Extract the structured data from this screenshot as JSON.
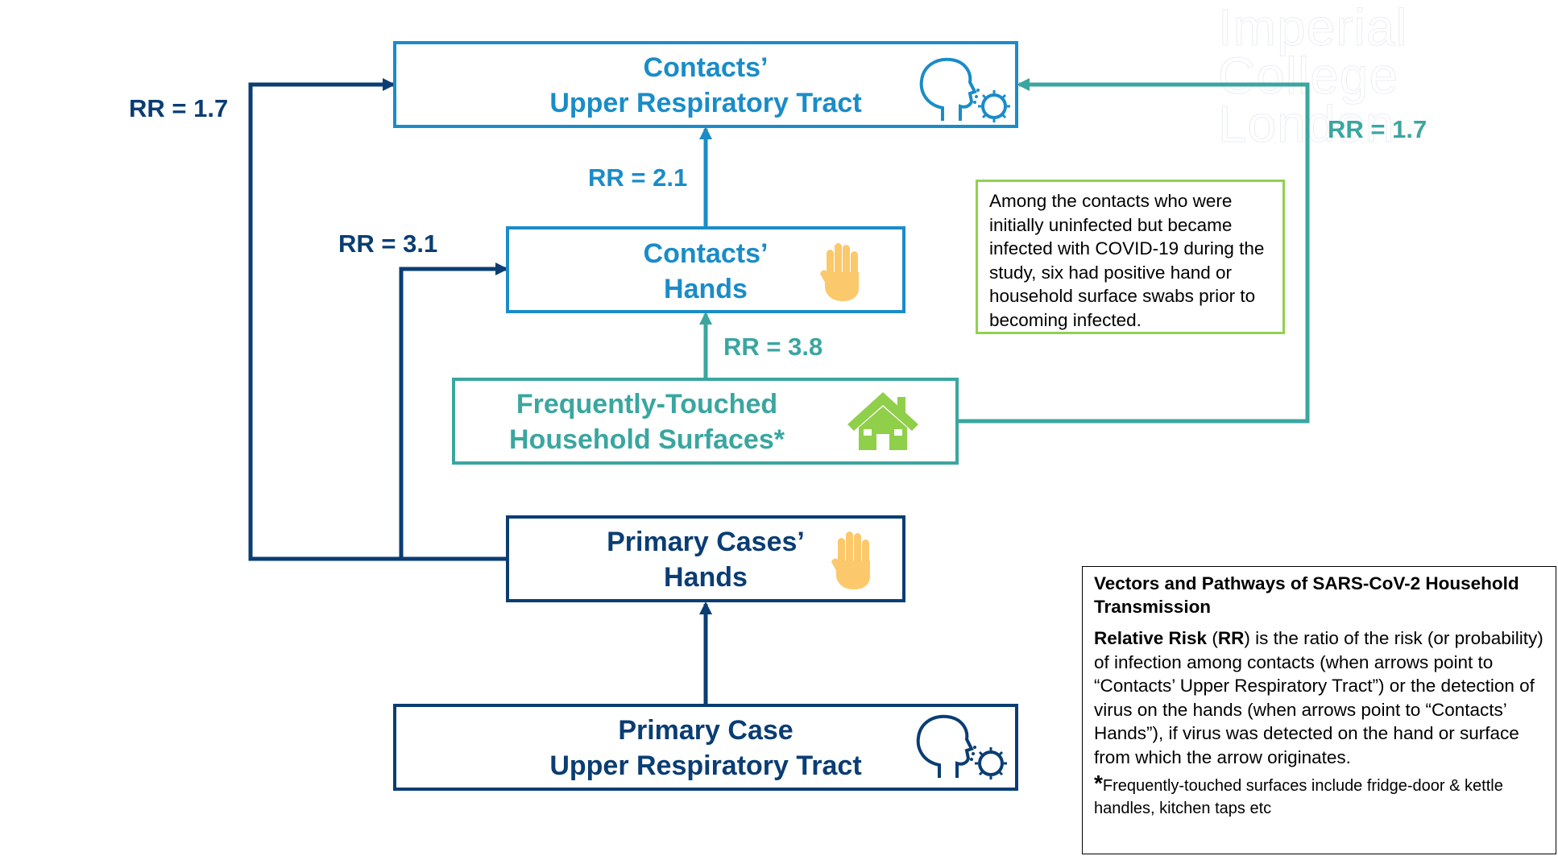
{
  "colors": {
    "dark_navy": "#0a3d73",
    "blue": "#1a8cc8",
    "teal": "#3aa6a0",
    "green": "#92d050",
    "hand_yellow": "#fbc96b",
    "house_green": "#8fcf4a"
  },
  "watermark": "Imperial College London",
  "nodes": {
    "contacts_urt": {
      "line1": "Contacts’",
      "line2": "Upper Respiratory Tract",
      "icon": "head-sneeze-virus-icon"
    },
    "contacts_hands": {
      "line1": "Contacts’",
      "line2": "Hands",
      "icon": "hand-icon"
    },
    "surfaces": {
      "line1": "Frequently-Touched",
      "line2": "Household Surfaces*",
      "icon": "house-icon"
    },
    "primary_hands": {
      "line1": "Primary Cases’",
      "line2": "Hands",
      "icon": "hand-icon"
    },
    "primary_urt": {
      "line1": "Primary Case",
      "line2": "Upper Respiratory Tract",
      "icon": "head-sneeze-virus-icon"
    }
  },
  "edges": [
    {
      "from": "primary_hands",
      "to": "contacts_urt",
      "label": "RR = 1.7"
    },
    {
      "from": "primary_hands",
      "to": "contacts_hands",
      "label": "RR = 3.1"
    },
    {
      "from": "contacts_hands",
      "to": "contacts_urt",
      "label": "RR = 2.1"
    },
    {
      "from": "surfaces",
      "to": "contacts_hands",
      "label": "RR = 3.8"
    },
    {
      "from": "surfaces",
      "to": "contacts_urt",
      "label": "RR = 1.7"
    },
    {
      "from": "primary_urt",
      "to": "primary_hands",
      "label": ""
    }
  ],
  "info_box": {
    "text": "Among the contacts who were initially uninfected but became infected with COVID-19 during the study, six had positive hand or household surface swabs prior to becoming infected."
  },
  "legend": {
    "title": "Vectors and Pathways of SARS-CoV-2 Household Transmission",
    "rr_term": "Relative Risk",
    "rr_open": " (",
    "rr_abbr": "RR",
    "rr_definition": ") is the ratio of the risk (or probability) of infection among contacts (when arrows point to “Contacts’ Upper Respiratory Tract”) or the detection of virus on the hands (when arrows point to “Contacts’ Hands”), if virus was detected on the hand or surface from which the arrow originates.",
    "footnote_mark": "*",
    "footnote": "Frequently-touched surfaces include fridge-door & kettle handles, kitchen taps etc"
  }
}
